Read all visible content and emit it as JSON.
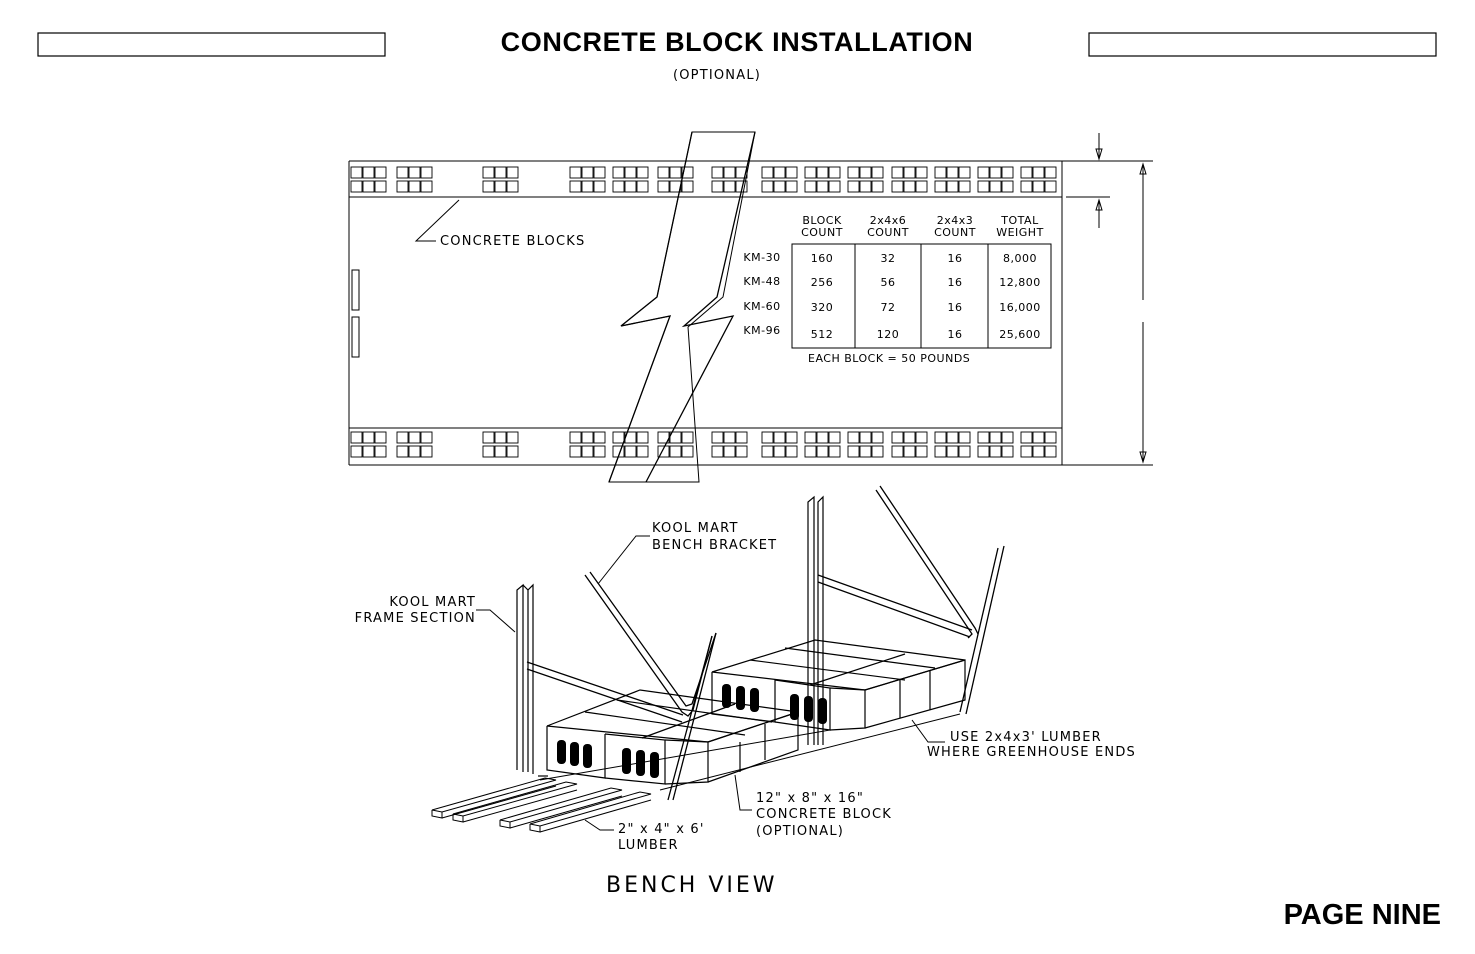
{
  "header": {
    "title": "CONCRETE BLOCK INSTALLATION",
    "subtitle": "(OPTIONAL)"
  },
  "plan_view": {
    "blocks_label": "CONCRETE BLOCKS",
    "table": {
      "headers": [
        [
          "BLOCK",
          "COUNT"
        ],
        [
          "2x4x6",
          "COUNT"
        ],
        [
          "2x4x3",
          "COUNT"
        ],
        [
          "TOTAL",
          "WEIGHT"
        ]
      ],
      "rows": [
        {
          "model": "KM-30",
          "cells": [
            "160",
            "32",
            "16",
            "8,000"
          ]
        },
        {
          "model": "KM-48",
          "cells": [
            "256",
            "56",
            "16",
            "12,800"
          ]
        },
        {
          "model": "KM-60",
          "cells": [
            "320",
            "72",
            "16",
            "16,000"
          ]
        },
        {
          "model": "KM-96",
          "cells": [
            "512",
            "120",
            "16",
            "25,600"
          ]
        }
      ],
      "note": "EACH BLOCK = 50 POUNDS"
    }
  },
  "bench_view": {
    "labels": {
      "bracket_line1": "KOOL MART",
      "bracket_line2": "BENCH BRACKET",
      "frame_line1": "KOOL MART",
      "frame_line2": "FRAME SECTION",
      "lumber_end_line1": "USE 2x4x3' LUMBER",
      "lumber_end_line2": "WHERE GREENHOUSE ENDS",
      "block_line1": "12\" x 8\" x 16\"",
      "block_line2": "CONCRETE BLOCK",
      "block_line3": "(OPTIONAL)",
      "lumber_line1": "2\" x 4\" x 6'",
      "lumber_line2": "LUMBER"
    },
    "caption": "BENCH VIEW"
  },
  "footer": {
    "page_label": "PAGE NINE"
  }
}
